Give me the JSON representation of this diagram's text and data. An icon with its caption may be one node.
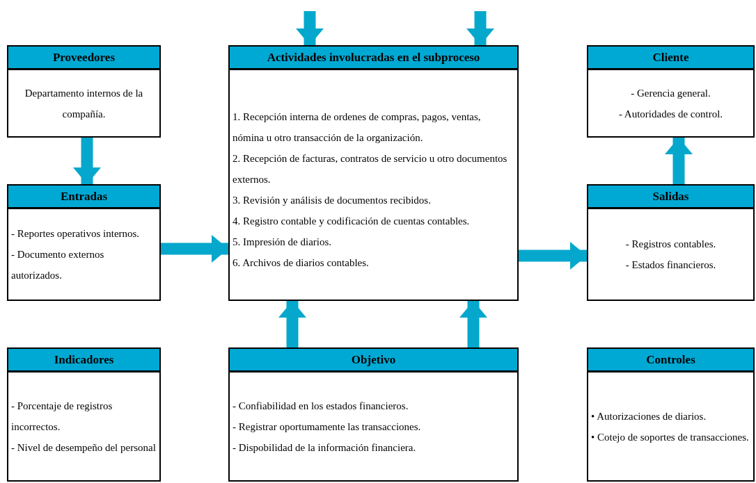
{
  "diagram": {
    "nodes": [
      {
        "text": [
          "Proveedores",
          "Departamento internos de la compañía."
        ]
      },
      {
        "text": [
          "Actividades involucradas en el subproceso",
          "1. Recepción interna de ordenes de compras, pagos, ventas, nómina u otro transacción de la organización.",
          "2. Recepción de facturas, contratos de servicio u otro documentos externos.",
          "3. Revisión y análisis de documentos recibidos.",
          "4. Registro contable y codificación de cuentas contables.",
          "5. Impresión de diarios.",
          "6. Archivos de diarios contables."
        ]
      },
      {
        "text": [
          "Cliente",
          "- Gerencia general.",
          "- Autoridades de control."
        ]
      },
      {
        "text": [
          "Entradas",
          "- Reportes operativos internos.",
          "- Documento externos autorizados."
        ]
      },
      {
        "text": [
          "Salidas",
          "- Registros contables.",
          "- Estados financieros."
        ]
      },
      {
        "text": [
          "Indicadores",
          "- Porcentaje de registros incorrectos.",
          "- Nivel de desempeño del personal"
        ]
      },
      {
        "text": [
          "Objetivo",
          "- Confiabilidad en los estados financieros.",
          "- Registrar oportumamente las transacciones.",
          "- Dispobilidad de la información financiera."
        ]
      },
      {
        "text": [
          "Controles",
          "• Autorizaciones de diarios.",
          "• Cotejo de soportes de transacciones."
        ]
      }
    ],
    "edges": [
      {
        "from": null,
        "to": 1,
        "arrow": "to"
      },
      {
        "from": null,
        "to": 1,
        "arrow": "to"
      },
      {
        "from": 0,
        "to": 3,
        "arrow": "to"
      },
      {
        "from": 3,
        "to": 1,
        "arrow": "to"
      },
      {
        "from": 1,
        "to": 4,
        "arrow": "to"
      },
      {
        "from": 4,
        "to": 2,
        "arrow": "to"
      },
      {
        "from": 6,
        "to": 1,
        "arrow": "to"
      },
      {
        "from": 6,
        "to": 1,
        "arrow": "to"
      }
    ]
  }
}
